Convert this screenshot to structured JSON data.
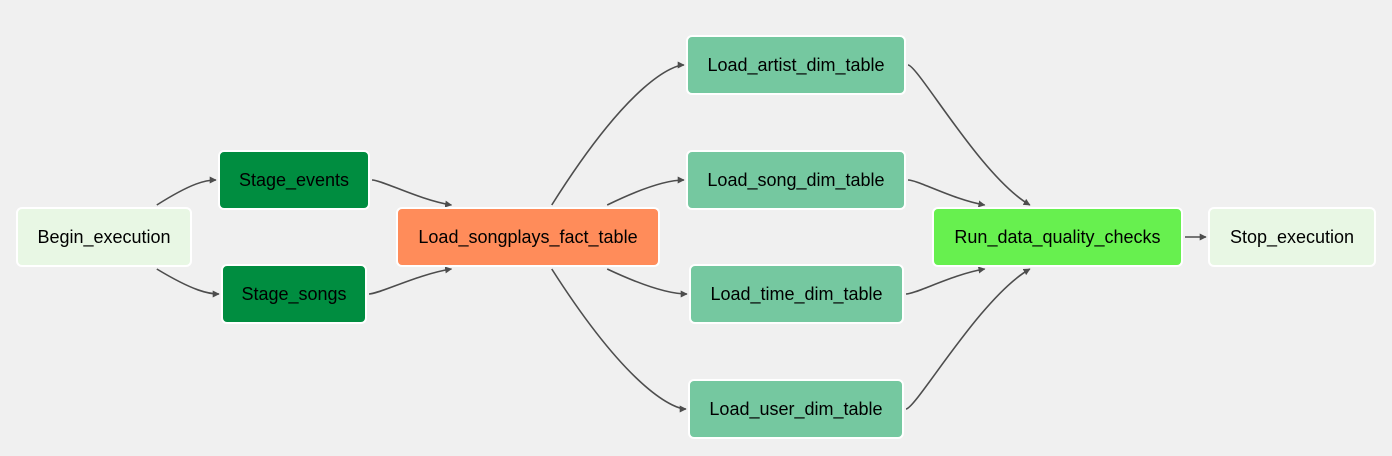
{
  "dag": {
    "tasks": [
      {
        "id": "begin_execution",
        "label": "Begin_execution",
        "color": "#e8f7e4"
      },
      {
        "id": "stage_events",
        "label": "Stage_events",
        "color": "#008d40"
      },
      {
        "id": "stage_songs",
        "label": "Stage_songs",
        "color": "#008d40"
      },
      {
        "id": "load_songplays_fact_table",
        "label": "Load_songplays_fact_table",
        "color": "#ff8c5a"
      },
      {
        "id": "load_artist_dim_table",
        "label": "Load_artist_dim_table",
        "color": "#75c8a0"
      },
      {
        "id": "load_song_dim_table",
        "label": "Load_song_dim_table",
        "color": "#75c8a0"
      },
      {
        "id": "load_time_dim_table",
        "label": "Load_time_dim_table",
        "color": "#75c8a0"
      },
      {
        "id": "load_user_dim_table",
        "label": "Load_user_dim_table",
        "color": "#75c8a0"
      },
      {
        "id": "run_data_quality_checks",
        "label": "Run_data_quality_checks",
        "color": "#67f04f"
      },
      {
        "id": "stop_execution",
        "label": "Stop_execution",
        "color": "#e8f7e4"
      }
    ],
    "edges": [
      [
        "begin_execution",
        "stage_events"
      ],
      [
        "begin_execution",
        "stage_songs"
      ],
      [
        "stage_events",
        "load_songplays_fact_table"
      ],
      [
        "stage_songs",
        "load_songplays_fact_table"
      ],
      [
        "load_songplays_fact_table",
        "load_artist_dim_table"
      ],
      [
        "load_songplays_fact_table",
        "load_song_dim_table"
      ],
      [
        "load_songplays_fact_table",
        "load_time_dim_table"
      ],
      [
        "load_songplays_fact_table",
        "load_user_dim_table"
      ],
      [
        "load_artist_dim_table",
        "run_data_quality_checks"
      ],
      [
        "load_song_dim_table",
        "run_data_quality_checks"
      ],
      [
        "load_time_dim_table",
        "run_data_quality_checks"
      ],
      [
        "load_user_dim_table",
        "run_data_quality_checks"
      ],
      [
        "run_data_quality_checks",
        "stop_execution"
      ]
    ]
  }
}
